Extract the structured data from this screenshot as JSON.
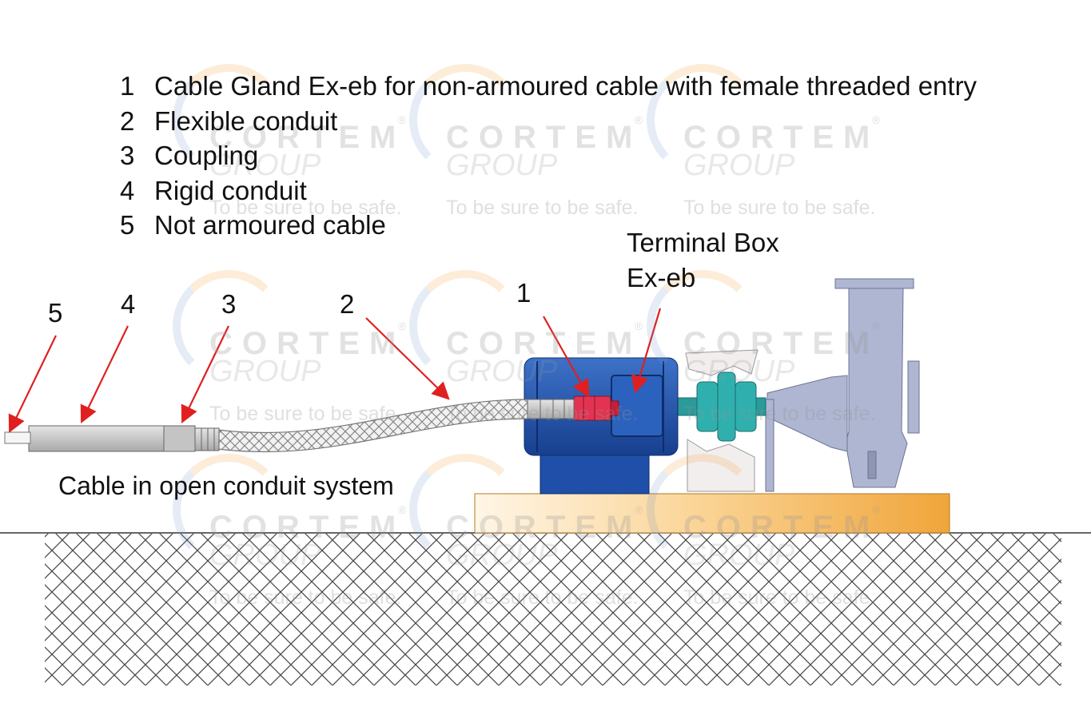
{
  "legend": [
    {
      "num": "1",
      "text": "Cable Gland  Ex-eb for non-armoured cable with female threaded entry"
    },
    {
      "num": "2",
      "text": "Flexible conduit"
    },
    {
      "num": "3",
      "text": "Coupling"
    },
    {
      "num": "4",
      "text": "Rigid conduit"
    },
    {
      "num": "5",
      "text": "Not armoured cable"
    }
  ],
  "callouts": [
    "5",
    "4",
    "3",
    "2",
    "1"
  ],
  "terminal_box": {
    "line1": "Terminal Box",
    "line2": "Ex-eb"
  },
  "caption": "Cable in open conduit system",
  "watermark": {
    "brand": "CORTEM",
    "group": "GROUP",
    "tagline": "To be sure to be safe.",
    "reg": "®"
  },
  "colors": {
    "motor_blue": "#1f4fa8",
    "gland_red": "#e23452",
    "coupling_teal": "#2a9a9a",
    "pump_grey": "#aeb6d2",
    "base_orange": "#f4b94a",
    "arrow_red": "#e02020"
  }
}
